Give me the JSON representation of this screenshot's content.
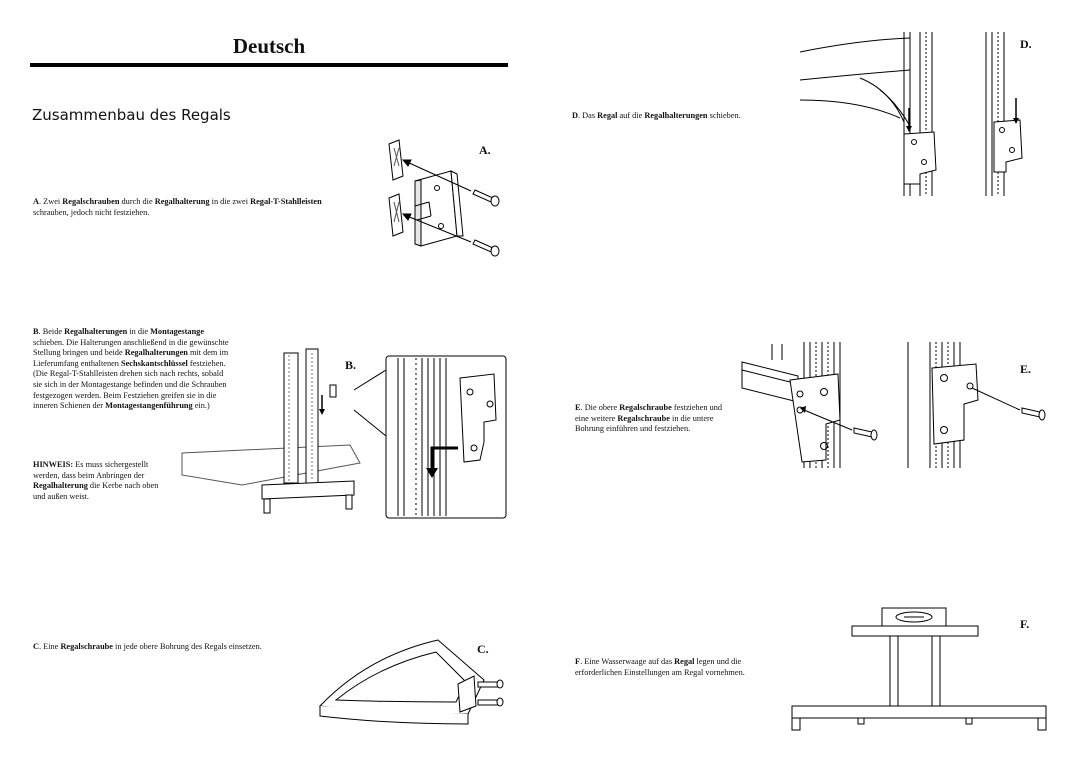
{
  "page": {
    "heading": "Deutsch",
    "section_title": "Zusammenbau des Regals"
  },
  "steps": {
    "a": {
      "letter": "A.",
      "p1": "A",
      "p2": ". Zwei ",
      "p3": "Regalschrauben",
      "p4": " durch die ",
      "p5": "Regalhalterung",
      "p6": " in die zwei ",
      "p7": "Regal-T-Stahlleisten",
      "p8": " schrauben, jedoch nicht festziehen."
    },
    "b": {
      "letter": "B.",
      "p1": "B",
      "p2": ". Beide ",
      "p3": "Regalhalterungen",
      "p4": " in die ",
      "p5": "Montagestange",
      "p6": " schieben.  Die Halterungen anschließend in die gewünschte Stellung bringen und beide ",
      "p7": "Regalhalterungen",
      "p8": " mit dem im Lieferumfang enthaltenen ",
      "p9": "Sechskantschlüssel",
      "p10": " festziehen. (Die Regal-T-Stahlleisten drehen sich nach rechts, sobald sie sich in der Montagestange befinden und die Schrauben festgezogen werden.   Beim Festziehen greifen sie in die inneren Schienen der ",
      "p11": "Montagestangenführung",
      "p12": " ein.)",
      "note1": "HINWEIS:",
      "note2": " Es muss sichergestellt werden, dass beim Anbringen der ",
      "note3": "Regalhalterung",
      "note4": " die Kerbe nach oben und außen weist."
    },
    "c": {
      "letter": "C.",
      "p1": "C",
      "p2": ". Eine ",
      "p3": "Regalschraube",
      "p4": " in jede obere Bohrung des Regals einsetzen."
    },
    "d": {
      "letter": "D.",
      "p1": "D",
      "p2": ". Das ",
      "p3": "Regal",
      "p4": " auf die ",
      "p5": "Regalhalterungen",
      "p6": " schieben."
    },
    "e": {
      "letter": "E.",
      "p1": "E",
      "p2": ". Die obere ",
      "p3": "Regalschraube",
      "p4": " festziehen und eine weitere ",
      "p5": "Regalschraube",
      "p6": " in die untere Bohrung einführen und festziehen."
    },
    "f": {
      "letter": "F.",
      "p1": "F",
      "p2": ". Eine Wasserwaage auf das ",
      "p3": "Regal",
      "p4": " legen und die erforderlichen Einstellungen am Regal vornehmen."
    }
  }
}
